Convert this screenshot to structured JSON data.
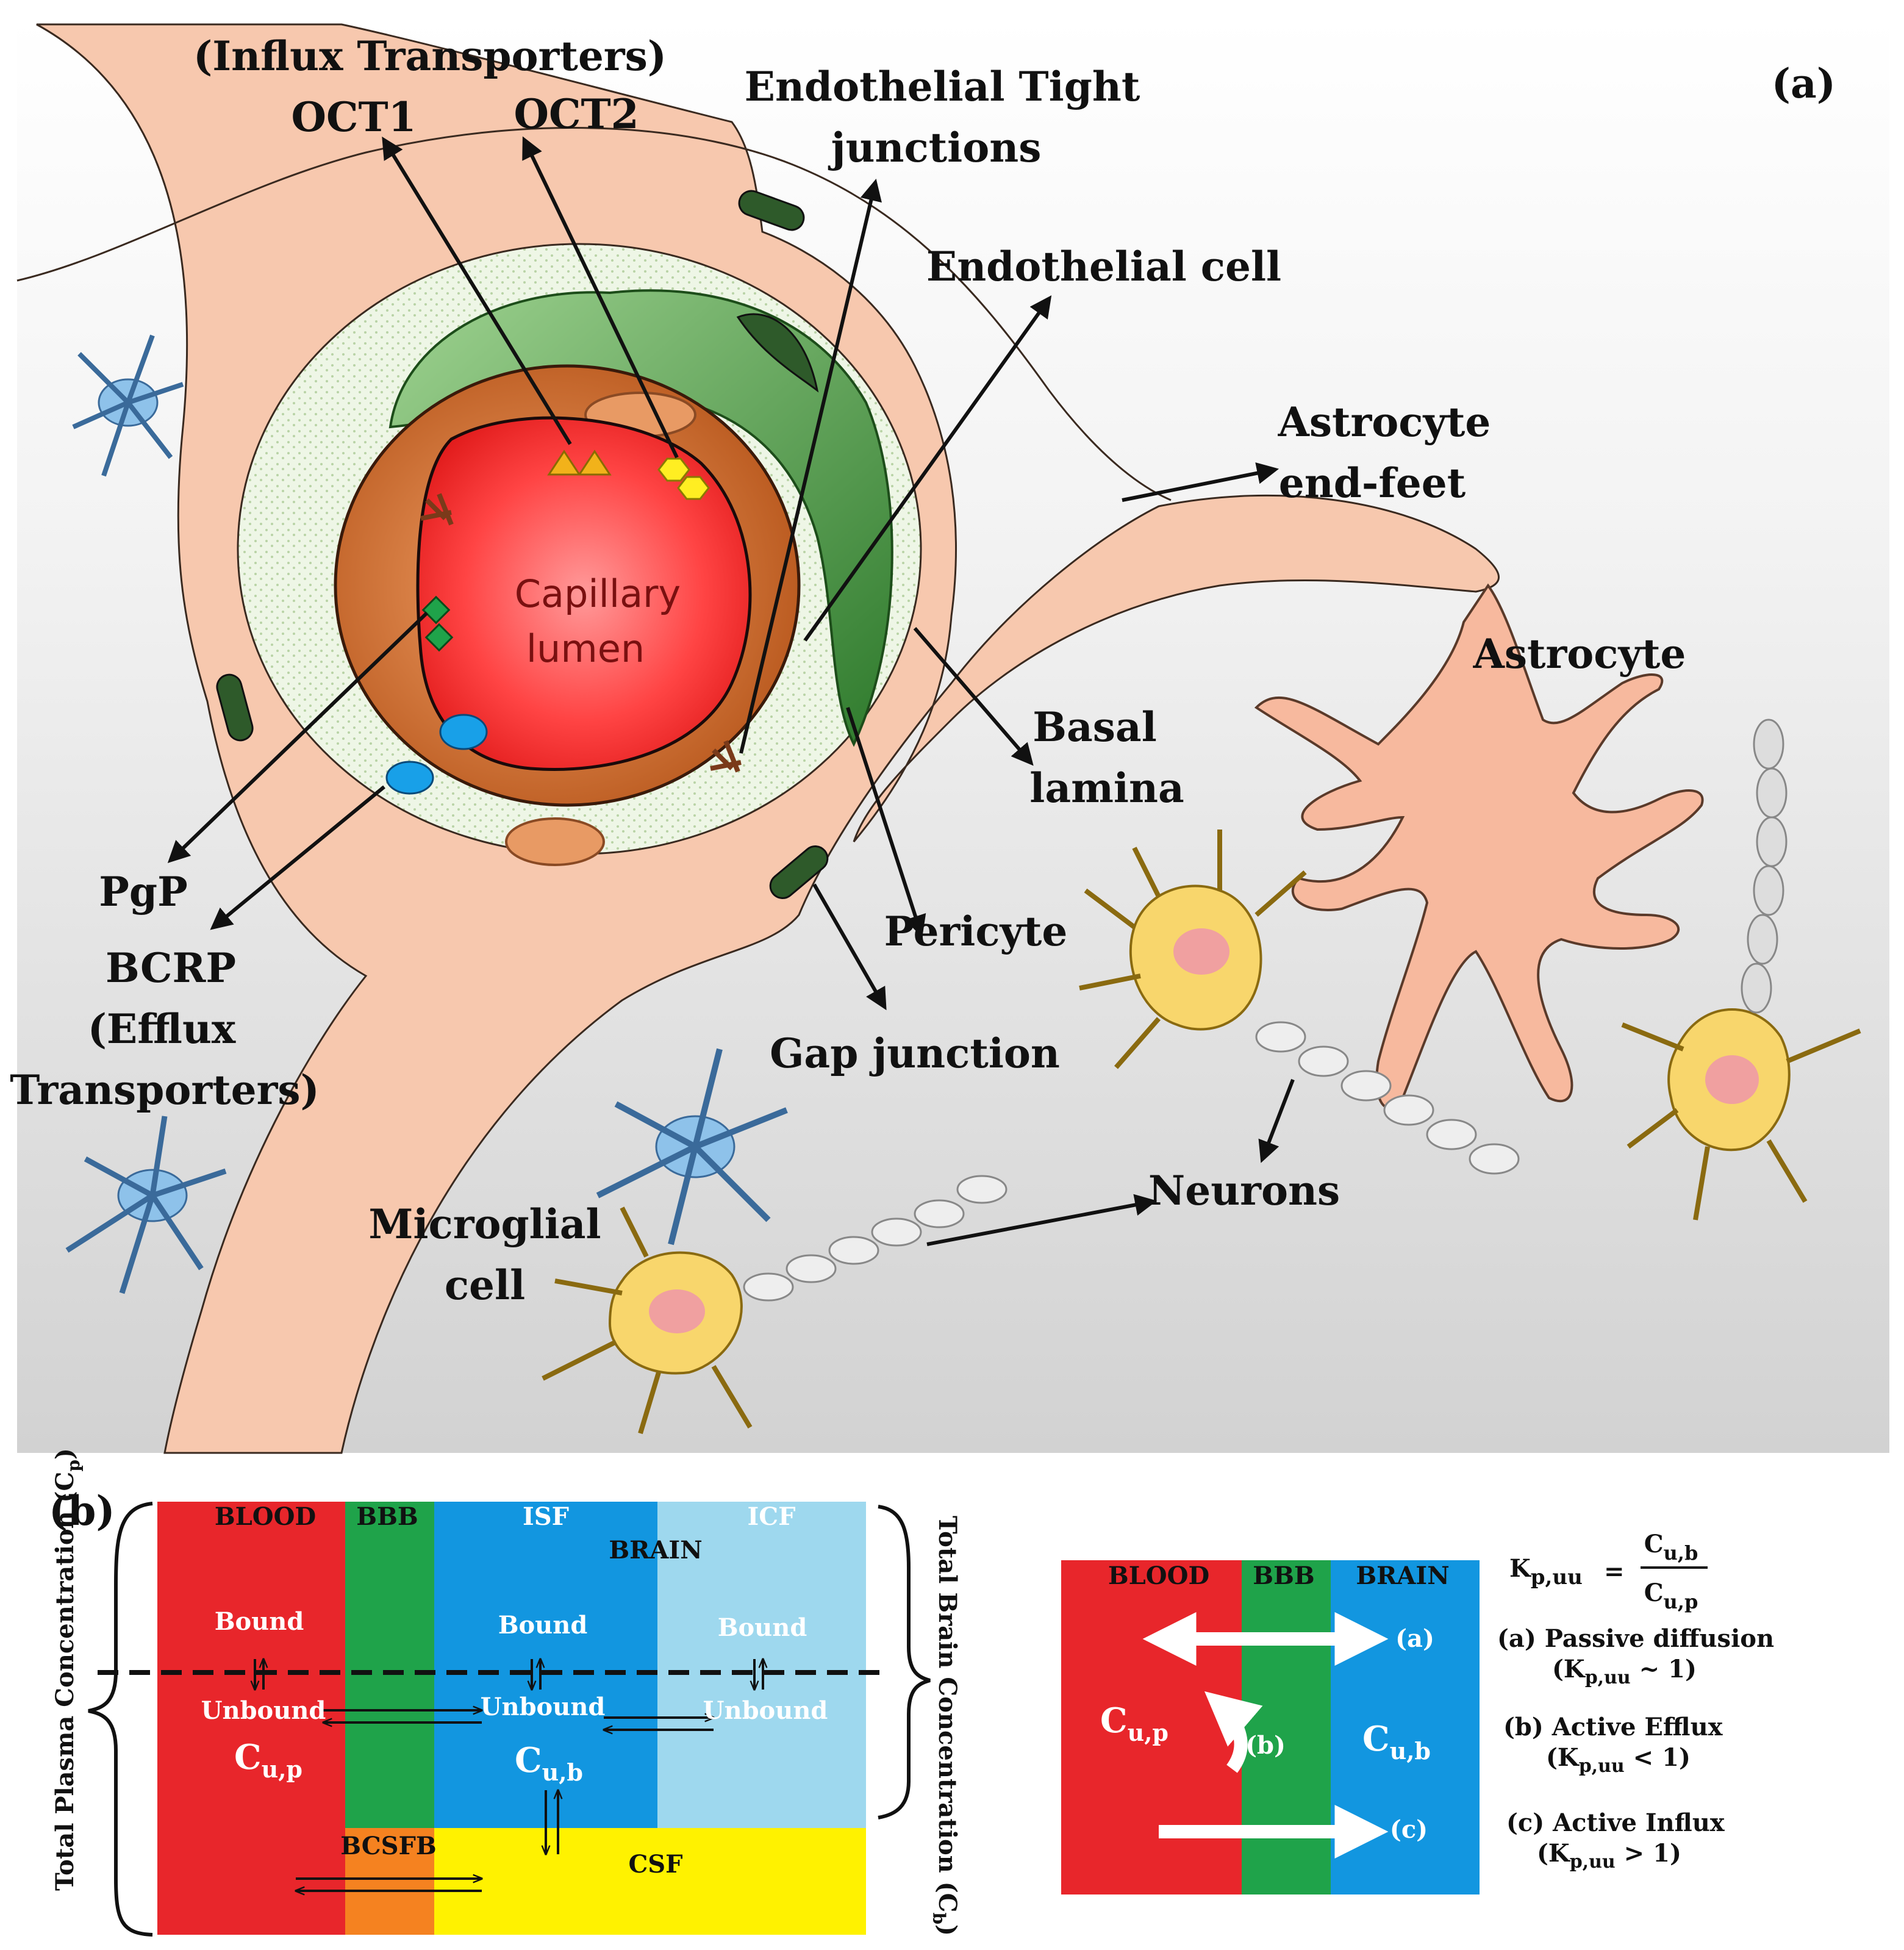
{
  "panel_a": {
    "panel_label": "(a)",
    "influx_title": "(Influx Transporters)",
    "oct1": "OCT1",
    "oct2": "OCT2",
    "tight_junctions_1": "Endothelial Tight",
    "tight_junctions_2": "junctions",
    "endothelial_cell": "Endothelial cell",
    "endfeet_1": "Astrocyte",
    "endfeet_2": "end-feet",
    "lumen_1": "Capillary",
    "lumen_2": "lumen",
    "astrocyte": "Astrocyte",
    "basal_1": "Basal",
    "basal_2": "lamina",
    "pgp": "PgP",
    "bcrp": "BCRP",
    "efflux_1": "(Efflux",
    "efflux_2": "Transporters)",
    "pericyte": "Pericyte",
    "gap_junction": "Gap junction",
    "neurons": "Neurons",
    "microglia_1": "Microglial",
    "microglia_2": "cell"
  },
  "panel_b": {
    "panel_label": "(b)",
    "left_brace_label": "Total Plasma Concentration (C",
    "left_brace_sub": "p",
    "left_brace_close": ")",
    "right_brace_label": "Total Brain Concentration (C",
    "right_brace_sub": "b",
    "right_brace_close": ")",
    "blood": "BLOOD",
    "bbb": "BBB",
    "isf": "ISF",
    "icf": "ICF",
    "brain": "BRAIN",
    "bound": "Bound",
    "unbound": "Unbound",
    "bcsfb": "BCSFB",
    "csf": "CSF",
    "cu": "C",
    "sub_up": "u,p",
    "sub_ub": "u,b",
    "right_blood": "BLOOD",
    "right_bbb": "BBB",
    "right_brain": "BRAIN",
    "arrow_a": "(a)",
    "arrow_b": "(b)",
    "arrow_c": "(c)",
    "kp": "K",
    "kp_sub": "p,uu",
    "equals": "=",
    "frac_num": "C",
    "frac_num_sub": "u,b",
    "frac_den": "C",
    "frac_den_sub": "u,p",
    "legend_a_1": "(a) Passive diffusion",
    "legend_a_2": "(K",
    "legend_a_sub": "p,uu",
    "legend_a_3": " ~ 1)",
    "legend_b_1": "(b) Active Efflux",
    "legend_b_2": "(K",
    "legend_b_sub": "p,uu",
    "legend_b_3": " < 1)",
    "legend_c_1": "(c) Active Influx",
    "legend_c_2": "(K",
    "legend_c_sub": "p,uu",
    "legend_c_3": " > 1)"
  },
  "colors": {
    "blood": "#e8262b",
    "bbb": "#1fa34a",
    "isf": "#1296e0",
    "icf": "#9ed8ee",
    "csf": "#fff200",
    "bcsfb": "#f58220",
    "astro_fill": "#f6c4a8",
    "neuron_fill": "#f7d86a",
    "microglia_fill": "#8ec2ea"
  }
}
